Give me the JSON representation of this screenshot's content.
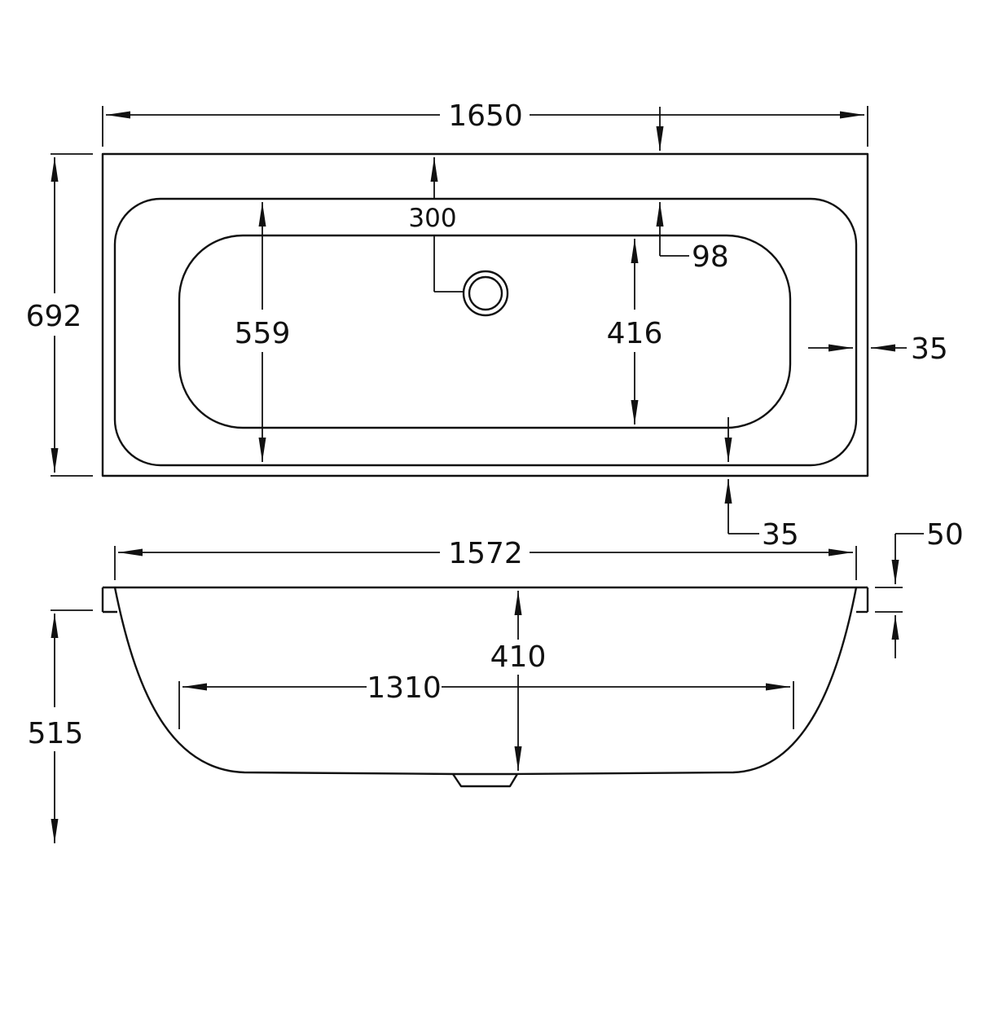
{
  "top_view": {
    "overall_length": "1650",
    "overall_width": "692",
    "inner_width": "559",
    "base_width": "416",
    "waste_offset": "300",
    "rim_top": "98",
    "rim_end": "35",
    "rim_side": "35"
  },
  "side_view": {
    "top_length": "1572",
    "base_length": "1310",
    "bath_depth": "410",
    "overall_height": "515",
    "rim_thickness": "50"
  }
}
